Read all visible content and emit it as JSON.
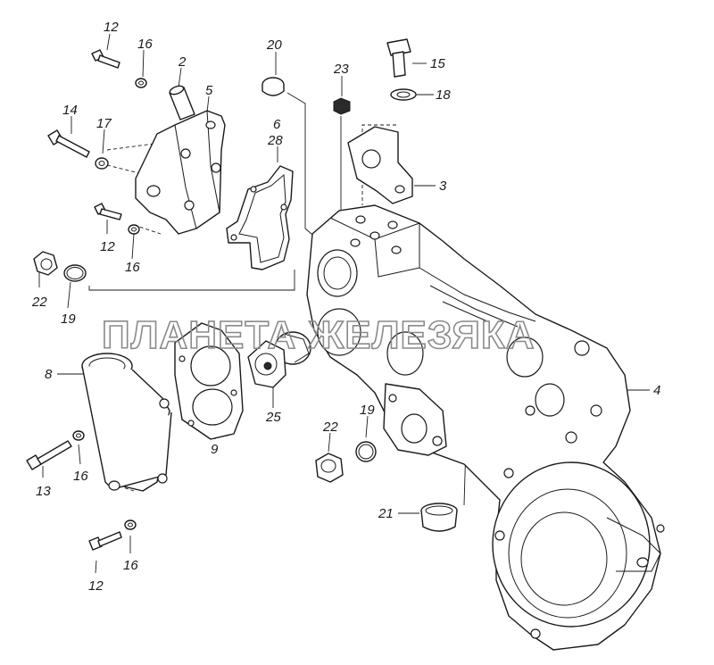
{
  "watermark": "ПЛАНЕТА ЖЕЛЕЗЯКА",
  "callouts": [
    {
      "id": "c12a",
      "text": "12"
    },
    {
      "id": "c16a",
      "text": "16"
    },
    {
      "id": "c2",
      "text": "2"
    },
    {
      "id": "c5",
      "text": "5"
    },
    {
      "id": "c14",
      "text": "14"
    },
    {
      "id": "c17",
      "text": "17"
    },
    {
      "id": "c12b",
      "text": "12"
    },
    {
      "id": "c16b",
      "text": "16"
    },
    {
      "id": "c20",
      "text": "20"
    },
    {
      "id": "c6",
      "text": "6"
    },
    {
      "id": "c28",
      "text": "28"
    },
    {
      "id": "c23",
      "text": "23"
    },
    {
      "id": "c15",
      "text": "15"
    },
    {
      "id": "c18",
      "text": "18"
    },
    {
      "id": "c3",
      "text": "3"
    },
    {
      "id": "c22a",
      "text": "22"
    },
    {
      "id": "c19a",
      "text": "19"
    },
    {
      "id": "c8",
      "text": "8"
    },
    {
      "id": "c9",
      "text": "9"
    },
    {
      "id": "c25",
      "text": "25"
    },
    {
      "id": "c22b",
      "text": "22"
    },
    {
      "id": "c19b",
      "text": "19"
    },
    {
      "id": "c4",
      "text": "4"
    },
    {
      "id": "c13",
      "text": "13"
    },
    {
      "id": "c16c",
      "text": "16"
    },
    {
      "id": "c21",
      "text": "21"
    },
    {
      "id": "c12c",
      "text": "12"
    },
    {
      "id": "c16d",
      "text": "16"
    }
  ]
}
